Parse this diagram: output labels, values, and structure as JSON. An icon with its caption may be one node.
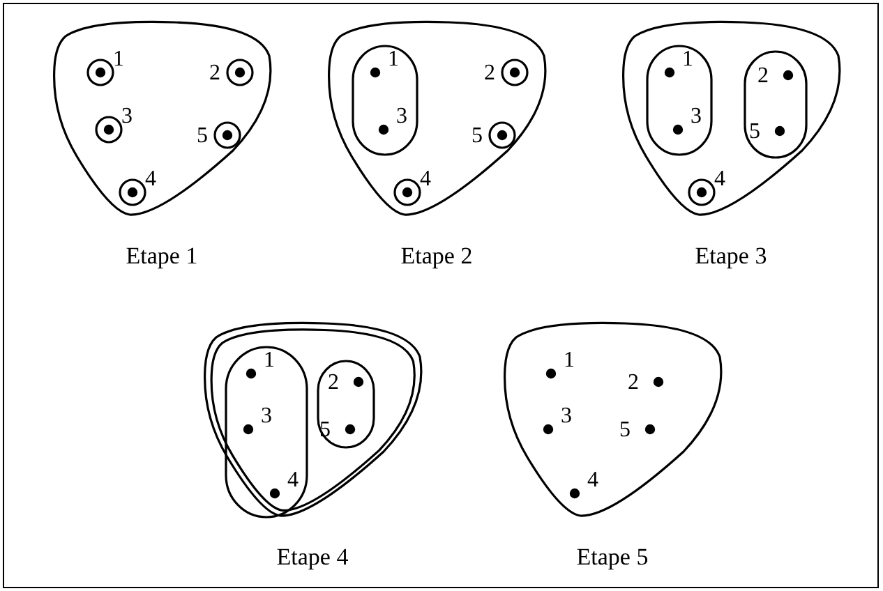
{
  "diagram": {
    "nodes": [
      {
        "text": [],
        "shape": "blob",
        "beside": [
          "Etape 1"
        ]
      },
      {
        "text": [
          "1"
        ],
        "in": 0
      },
      {
        "text": [
          "2"
        ],
        "in": 0
      },
      {
        "text": [
          "3"
        ],
        "in": 0
      },
      {
        "text": [
          "5"
        ],
        "in": 0
      },
      {
        "text": [
          "4"
        ],
        "in": 0
      },
      {
        "text": [],
        "shape": "blob",
        "beside": [
          "Etape 2"
        ]
      },
      {
        "text": [],
        "shape": "ellipse",
        "in": 6
      },
      {
        "text": [
          "1"
        ],
        "in": 7
      },
      {
        "text": [
          "3"
        ],
        "in": 7
      },
      {
        "text": [
          "2"
        ],
        "in": 6
      },
      {
        "text": [
          "5"
        ],
        "in": 6
      },
      {
        "text": [
          "4"
        ],
        "in": 6
      },
      {
        "text": [],
        "shape": "blob",
        "beside": [
          "Etape 3"
        ]
      },
      {
        "text": [],
        "shape": "ellipse",
        "in": 13
      },
      {
        "text": [
          "1"
        ],
        "in": 14
      },
      {
        "text": [
          "3"
        ],
        "in": 14
      },
      {
        "text": [],
        "shape": "ellipse",
        "in": 13
      },
      {
        "text": [
          "2"
        ],
        "in": 17
      },
      {
        "text": [
          "5"
        ],
        "in": 17
      },
      {
        "text": [
          "4"
        ],
        "in": 13
      },
      {
        "text": [],
        "shape": "blob",
        "beside": [
          "Etape 4"
        ]
      },
      {
        "text": [],
        "shape": "blob",
        "in": 21
      },
      {
        "text": [],
        "shape": "ellipse",
        "in": 22
      },
      {
        "text": [
          "1"
        ],
        "in": 23
      },
      {
        "text": [
          "3"
        ],
        "in": 23
      },
      {
        "text": [
          "4"
        ],
        "in": 23
      },
      {
        "text": [],
        "shape": "ellipse",
        "in": 22
      },
      {
        "text": [
          "2"
        ],
        "in": 27
      },
      {
        "text": [
          "5"
        ],
        "in": 27
      },
      {
        "text": [],
        "shape": "blob",
        "beside": [
          "Etape 5"
        ]
      },
      {
        "text": [
          "1"
        ],
        "in": 30
      },
      {
        "text": [
          "2"
        ],
        "in": 30
      },
      {
        "text": [
          "3"
        ],
        "in": 30
      },
      {
        "text": [
          "5"
        ],
        "in": 30
      },
      {
        "text": [
          "4"
        ],
        "in": 30
      }
    ],
    "edges": []
  }
}
